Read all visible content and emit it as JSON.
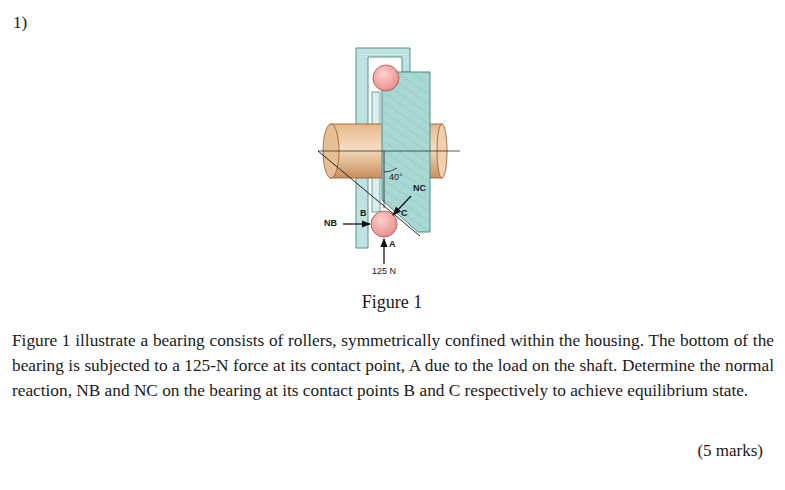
{
  "diagram": {
    "labels": [
      "1)",
      "40°",
      "NC",
      "B",
      "C",
      "NB",
      "A",
      "125 N",
      "Figure 1",
      "Figure 1 illustrate a bearing consists of rollers, symmetrically confined within the housing. The bottom of the bearing is subjected to a 125-N force at its contact point, A due to the load on the shaft. Determine the normal reaction, NB and NC on the bearing at its contact points B and C respectively to achieve equilibrium state.",
      "(5 marks)"
    ]
  }
}
